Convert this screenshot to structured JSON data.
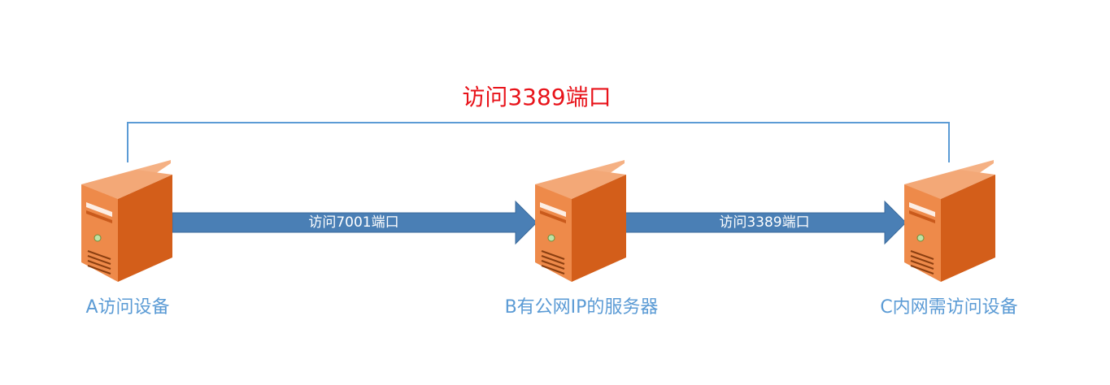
{
  "connection_top": {
    "label": "访问3389端口",
    "color": "#e8131a",
    "line_color": "#5b9bd5"
  },
  "arrows": [
    {
      "label": "访问7001端口"
    },
    {
      "label": "访问3389端口"
    }
  ],
  "servers": [
    {
      "label": "A访问设备"
    },
    {
      "label": "B有公网IP的服务器"
    },
    {
      "label": "C内网需访问设备"
    }
  ],
  "colors": {
    "arrow_fill": "#4a7fb5",
    "server_front": "#ee8a4a",
    "server_side": "#d35e1a",
    "server_top": "#f5b184",
    "label_blue": "#5b9bd5"
  },
  "icons": [
    "server-icon",
    "arrow-right-icon"
  ]
}
